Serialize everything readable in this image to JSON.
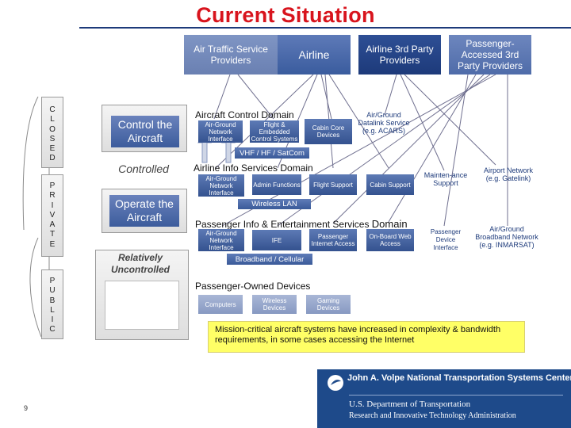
{
  "title": "Current Situation",
  "headers": {
    "air_traffic": "Air Traffic Service Providers",
    "airline": "Airline",
    "airline_3rd": "Airline 3rd Party Providers",
    "passenger_3rd": "Passenger-Accessed 3rd Party Providers"
  },
  "left_columns": {
    "closed": [
      "C",
      "L",
      "O",
      "S",
      "E",
      "D"
    ],
    "private": [
      "P",
      "R",
      "I",
      "V",
      "A",
      "T",
      "E"
    ],
    "public": [
      "P",
      "U",
      "B",
      "L",
      "I",
      "C"
    ]
  },
  "left_boxes": {
    "control": "Control the Aircraft",
    "controlled": "Controlled",
    "operate": "Operate the Aircraft",
    "relatively": "Relatively Uncontrolled"
  },
  "domains": {
    "acd": {
      "label": "Aircraft Control Domain",
      "chips": [
        "Air-Ground Network Interface",
        "Flight & Embedded Control Systems",
        "Cabin Core Devices"
      ],
      "bar": "VHF / HF / SatCom"
    },
    "ais": {
      "label": "Airline Info Services Domain",
      "chips": [
        "Air-Ground Network Interface",
        "Admin Functions",
        "Flight Support",
        "Cabin Support"
      ],
      "bar": "Wireless LAN"
    },
    "pies": {
      "label": "Passenger Info & Entertainment Services",
      "label_suffix": "Domain",
      "chips": [
        "Air-Ground Network Interface",
        "IFE",
        "Passenger Internet Access",
        "On-Board Web Access"
      ],
      "bar": "Broadband / Cellular"
    },
    "pod": {
      "label": "Passenger-Owned Devices",
      "chips": [
        "Computers",
        "Wireless Devices",
        "Gaming Devices"
      ]
    }
  },
  "side_labels": {
    "datalink": "Air/Ground Datalink Service (e.g. ACARS)",
    "maintenance": "Mainten-ance Support",
    "passenger_device": "Passenger Device Interface",
    "airport": "Airport Network (e.g. Gatelink)",
    "broadband": "Air/Ground Broadband Network (e.g. INMARSAT)"
  },
  "mission": "Mission-critical aircraft systems have increased in complexity & bandwidth requirements, in some cases accessing the Internet",
  "footer": {
    "center": "John A. Volpe National Transportation Systems Center",
    "dept": "U.S. Department of Transportation",
    "admin": "Research and Innovative Technology Administration"
  },
  "page_number": "9",
  "colors": {
    "title": "#d8141d",
    "navy": "#1d3a7a",
    "blue": "#3a5c9e",
    "highlight": "#ffff66"
  }
}
